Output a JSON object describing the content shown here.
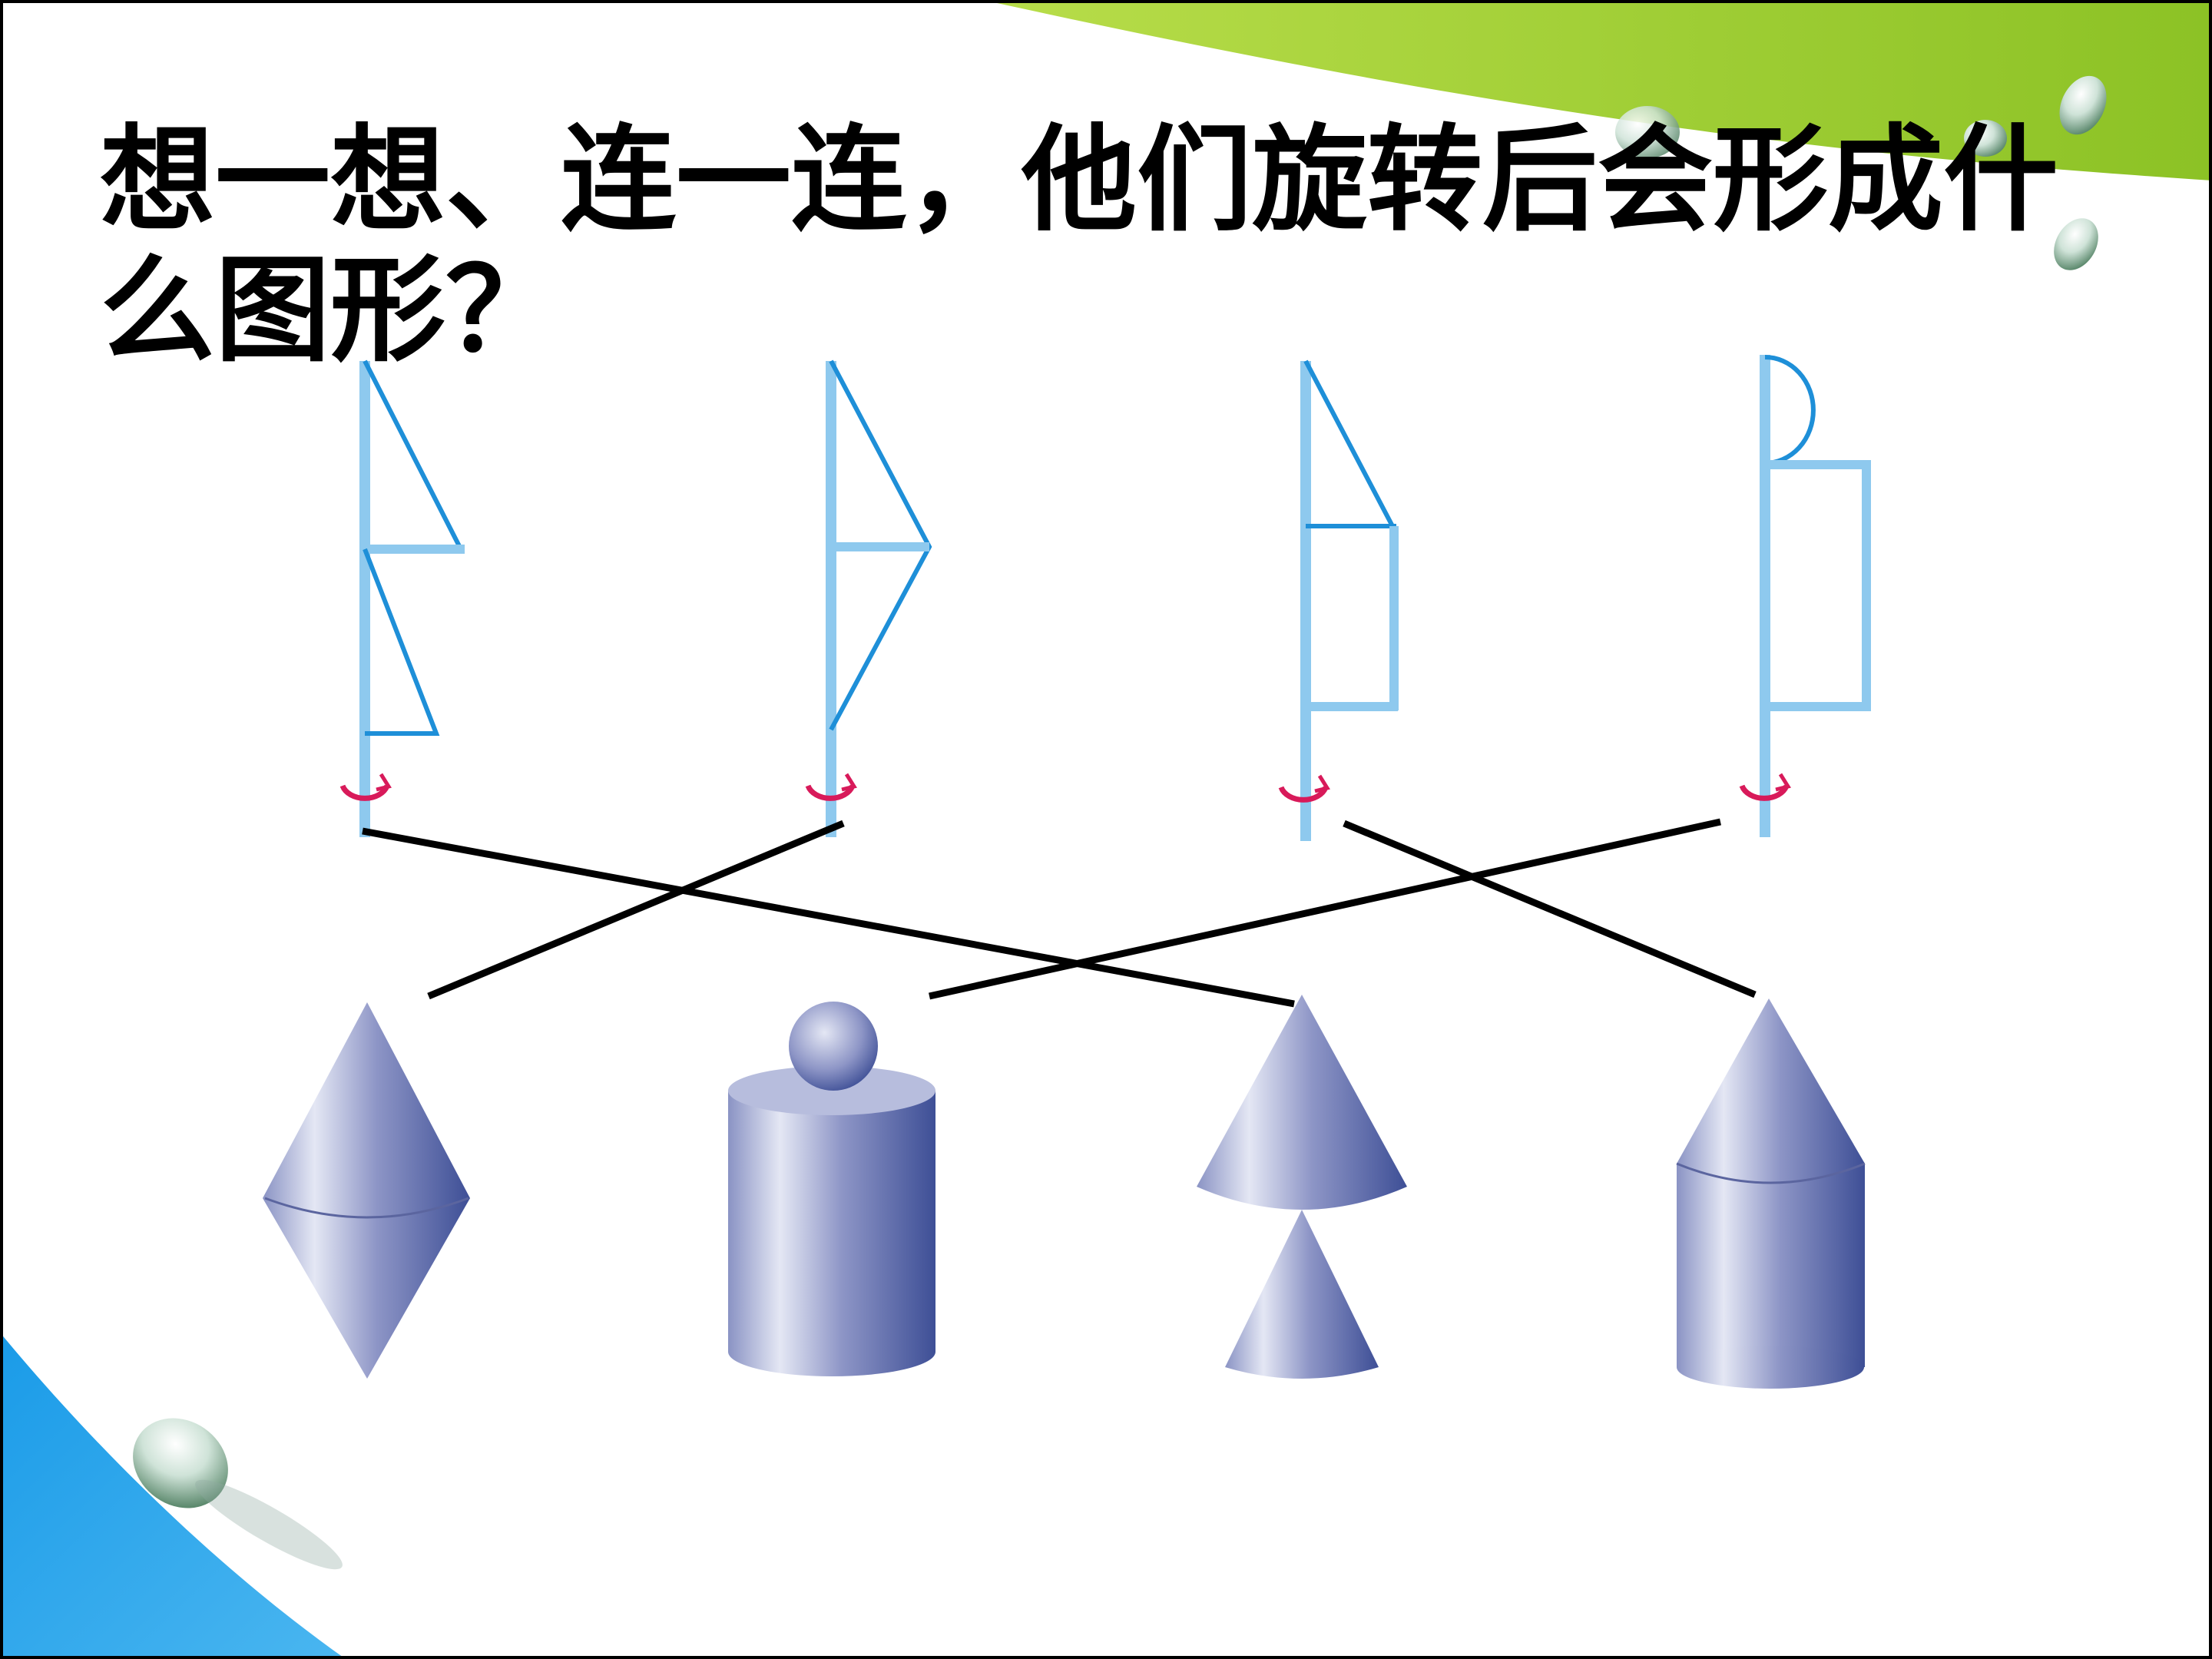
{
  "title": "想一想、连一连，他们旋转后会形成什么图形？",
  "colors": {
    "profile_stroke": "#6fb8e8",
    "profile_edge": "#1e8fd8",
    "rotation_arrow": "#d81a5a",
    "connector_line": "#000000",
    "solid_dark": "#3e4f96",
    "solid_light": "#e4e7f4",
    "corner_green": "#9dcc2a",
    "corner_blue": "#1a9be8"
  },
  "icons": [
    "rotation-arrow-icon",
    "water-drop-icon"
  ],
  "profiles": [
    {
      "shape": "two-triangles-stacked"
    },
    {
      "shape": "triangle-pointing-right"
    },
    {
      "shape": "triangle-on-rectangle"
    },
    {
      "shape": "semicircle-on-rectangle"
    }
  ],
  "solids": [
    {
      "shape": "double-cone"
    },
    {
      "shape": "sphere-on-cylinder"
    },
    {
      "shape": "cone-over-cone"
    },
    {
      "shape": "cone-on-cylinder"
    }
  ],
  "connections": [
    {
      "profile": 1,
      "solid": 3
    },
    {
      "profile": 2,
      "solid": 1
    },
    {
      "profile": 3,
      "solid": 4
    },
    {
      "profile": 4,
      "solid": 2
    }
  ]
}
